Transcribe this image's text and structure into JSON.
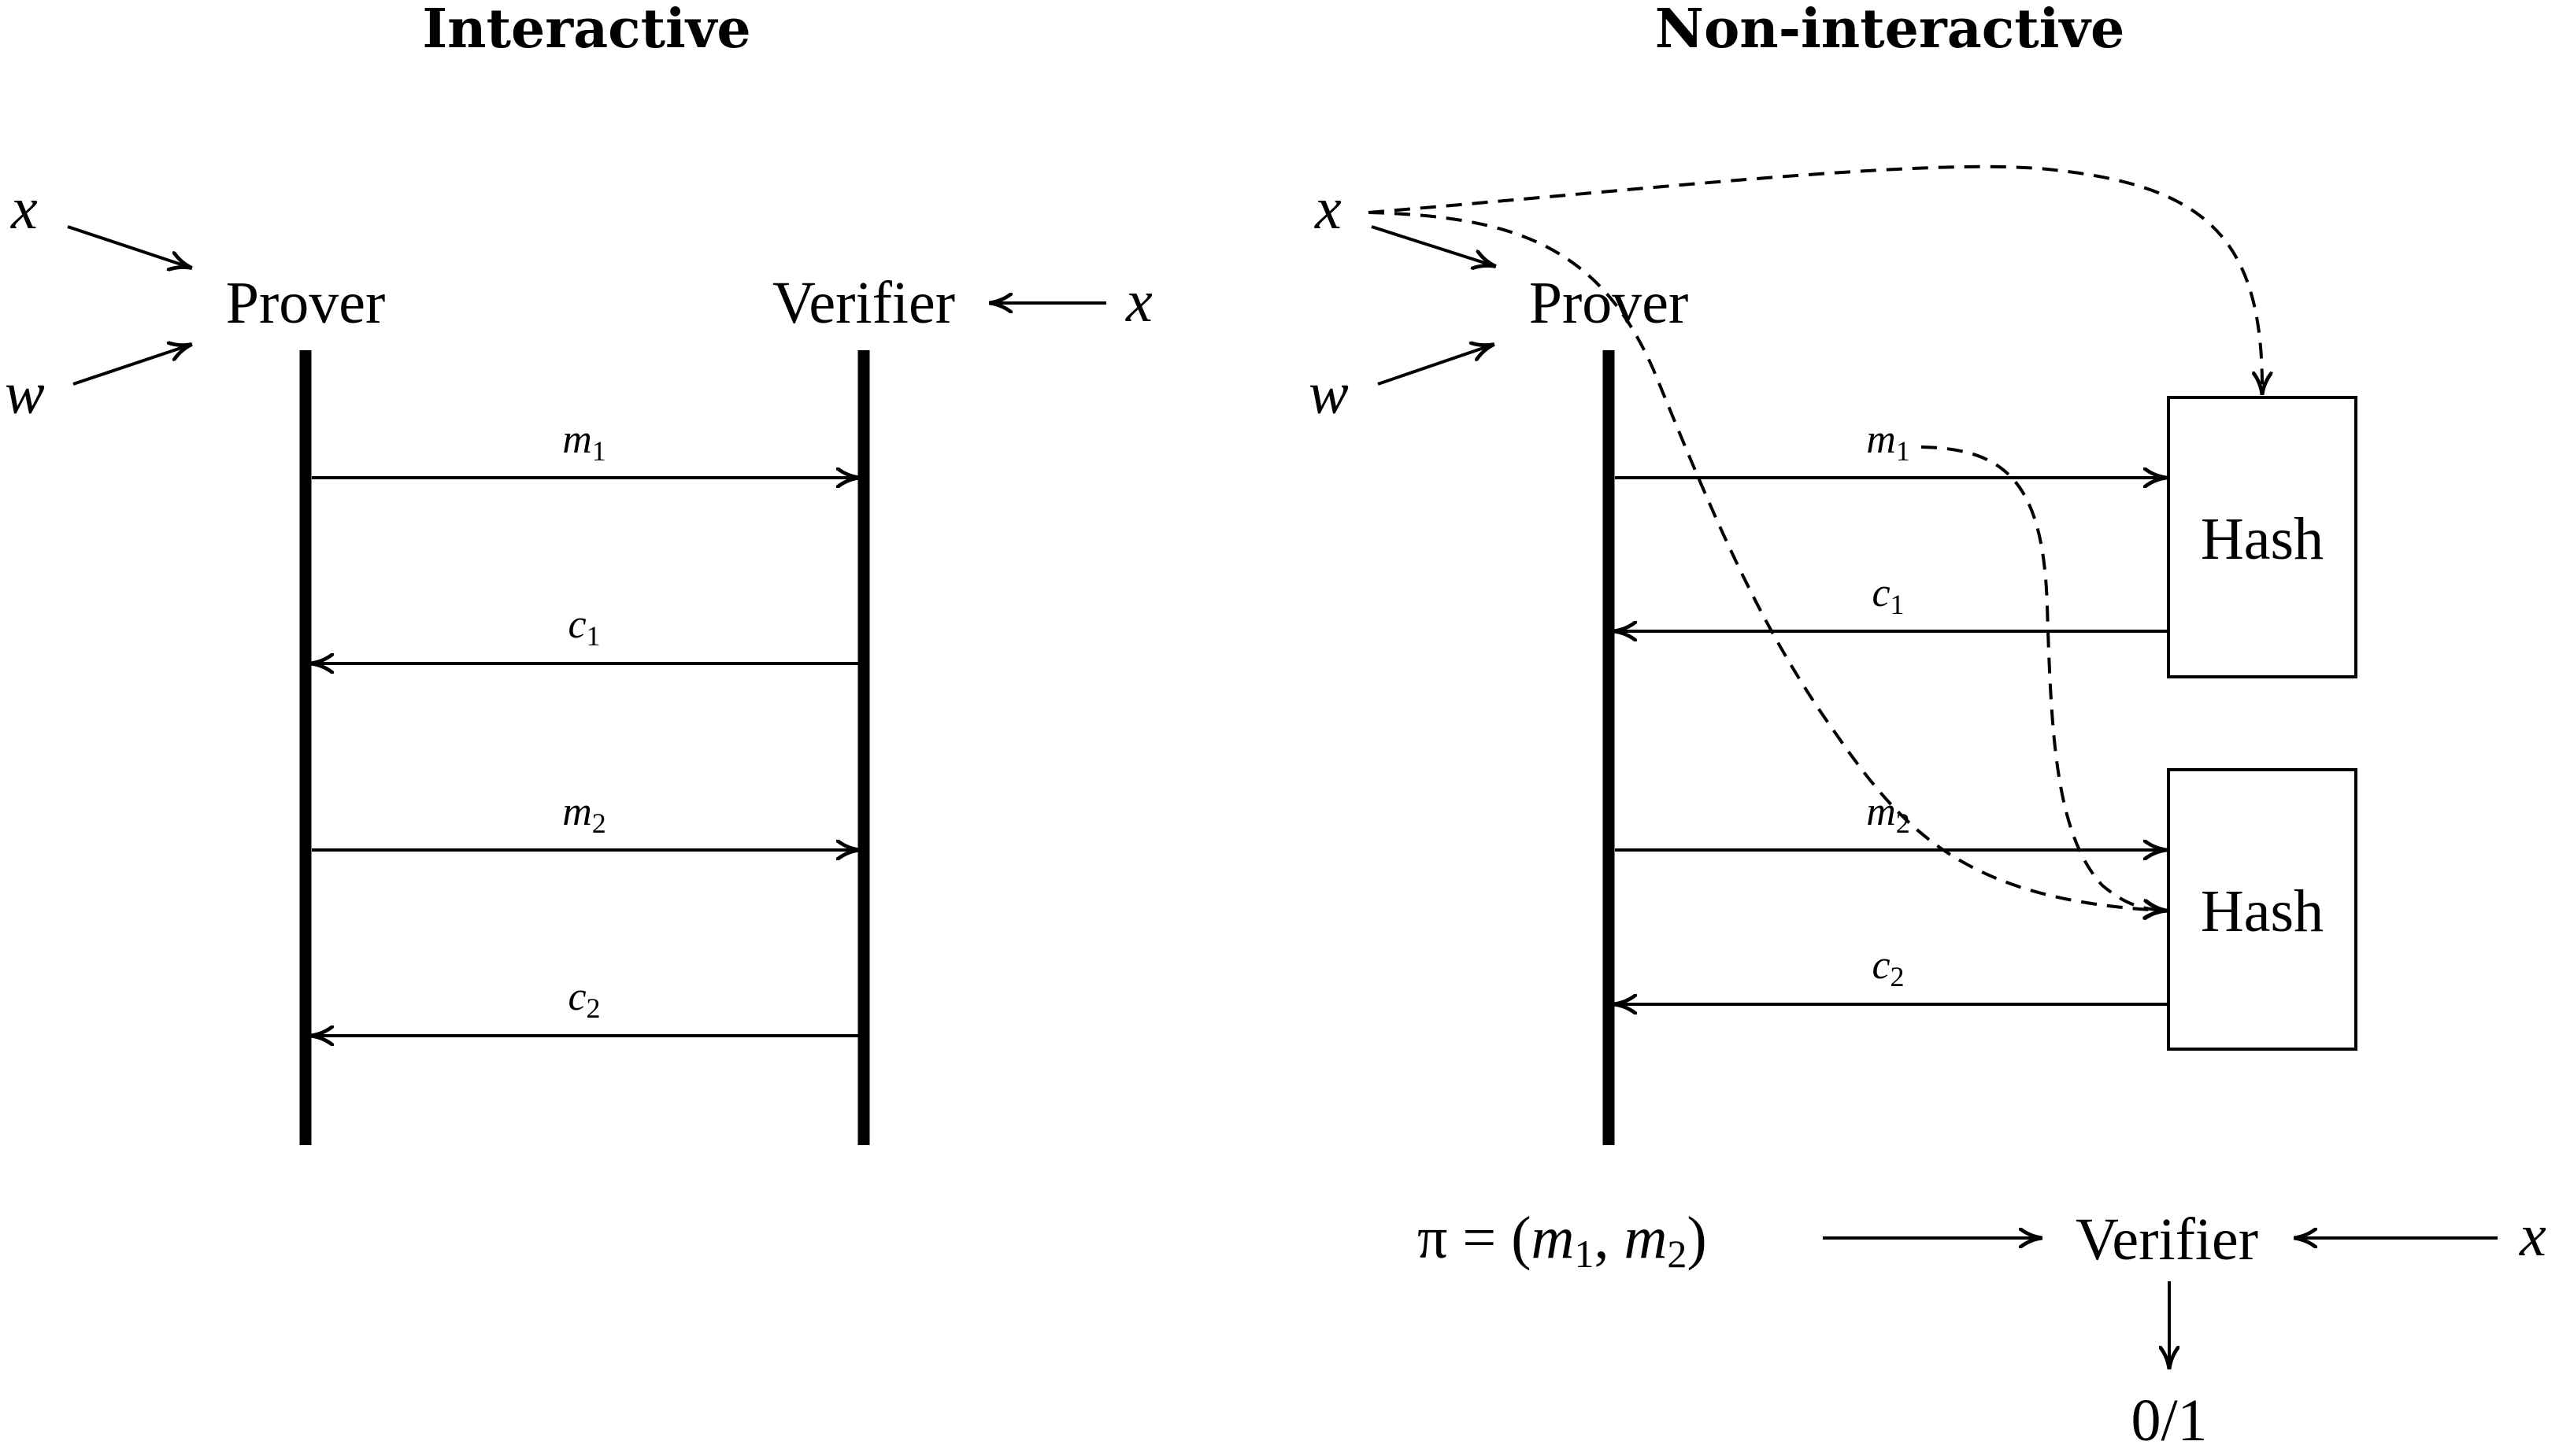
{
  "interactive": {
    "title": "Interactive",
    "input_x": "x",
    "input_w": "w",
    "prover": "Prover",
    "verifier": "Verifier",
    "verifier_input": "x",
    "messages": [
      {
        "base": "m",
        "sub": "1"
      },
      {
        "base": "c",
        "sub": "1"
      },
      {
        "base": "m",
        "sub": "2"
      },
      {
        "base": "c",
        "sub": "2"
      }
    ]
  },
  "non_interactive": {
    "title": "Non-interactive",
    "input_x": "x",
    "input_w": "w",
    "prover": "Prover",
    "hash_1": "Hash",
    "hash_2": "Hash",
    "messages": [
      {
        "base": "m",
        "sub": "1"
      },
      {
        "base": "c",
        "sub": "1"
      },
      {
        "base": "m",
        "sub": "2"
      },
      {
        "base": "c",
        "sub": "2"
      }
    ],
    "proof": {
      "pi": "π",
      "eq": " = (",
      "m": "m",
      "sub1": "1",
      "comma": ", ",
      "sub2": "2",
      "close": ")"
    },
    "verifier": "Verifier",
    "verifier_input": "x",
    "output": "0/1"
  }
}
